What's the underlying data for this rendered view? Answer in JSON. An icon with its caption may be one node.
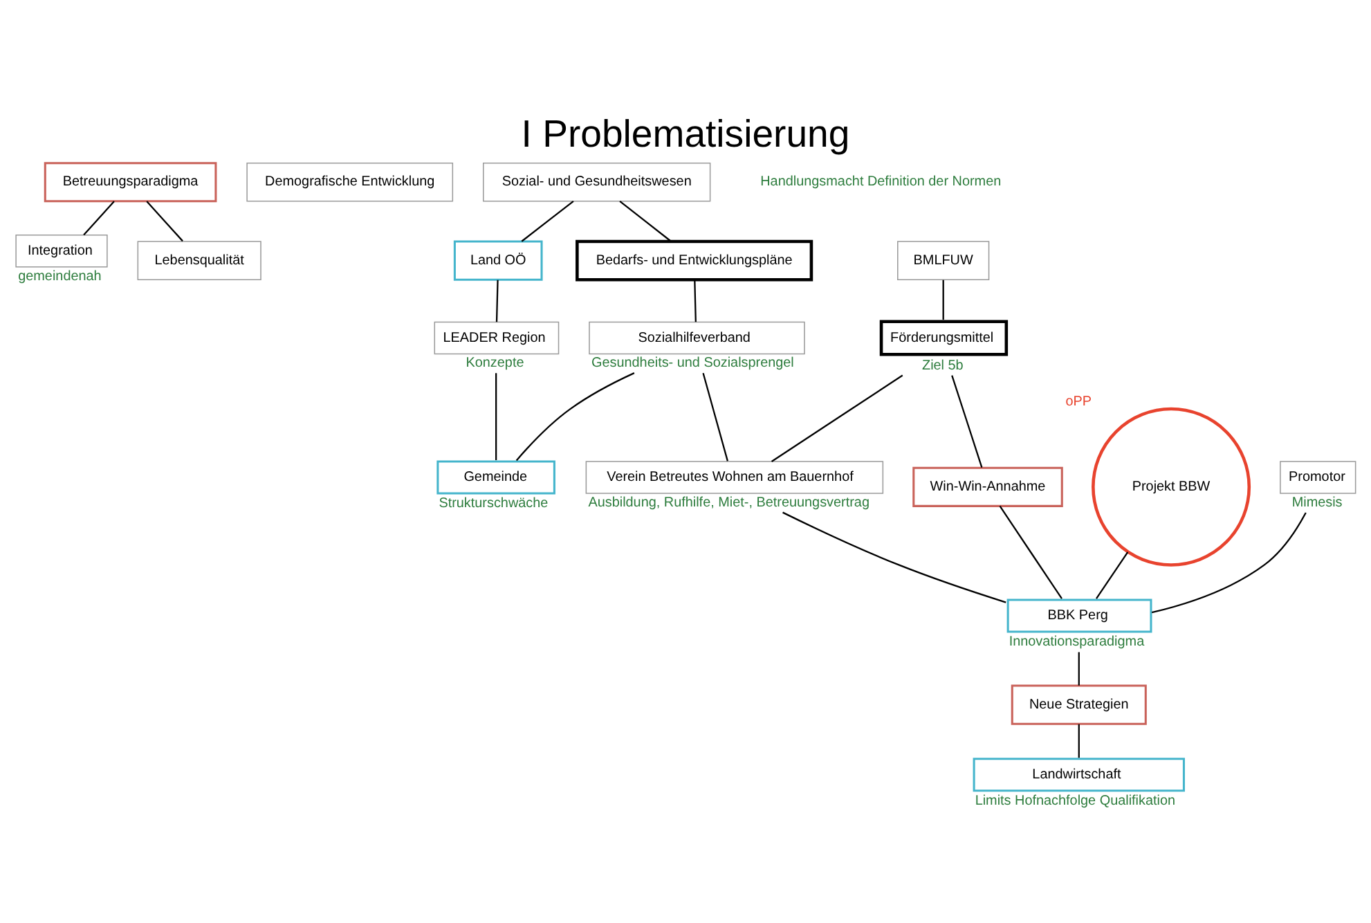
{
  "diagram": {
    "title": "I Problematisierung",
    "nodes": [
      {
        "text": [
          "Betreuungsparadigma"
        ]
      },
      {
        "text": [
          "Integration"
        ],
        "beside": [
          "gemeindenah"
        ]
      },
      {
        "text": [
          "Lebensqualität"
        ]
      },
      {
        "text": [
          "Demografische Entwicklung"
        ]
      },
      {
        "text": [
          "Sozial- und Gesundheitswesen"
        ]
      },
      {
        "text": [
          "Land OÖ"
        ]
      },
      {
        "text": [
          "Bedarfs- und Entwicklungspläne"
        ]
      },
      {
        "text": [
          "Sozialhilfeverband"
        ],
        "beside": [
          "Gesundheits- und Sozialsprengel"
        ]
      },
      {
        "text": [
          "LEADER Region"
        ],
        "beside": [
          "Konzepte"
        ]
      },
      {
        "text": [
          "Gemeinde"
        ],
        "beside": [
          "Strukturschwäche"
        ]
      },
      {
        "text": [
          "BMLFUW"
        ]
      },
      {
        "text": [
          "Förderungsmittel"
        ],
        "beside": [
          "Ziel 5b"
        ]
      },
      {
        "text": [
          "Verein Betreutes Wohnen am Bauernhof"
        ],
        "beside": [
          "Ausbildung, Rufhilfe, Miet-, Betreuungsvertrag"
        ]
      },
      {
        "text": [
          "Win-Win-Annahme"
        ]
      },
      {
        "text": [
          "Projekt BBW"
        ],
        "beside": [
          "oPP"
        ]
      },
      {
        "text": [
          "Landwirtschaft"
        ],
        "beside": [
          "Limits Hofnachfolge Qualifikation"
        ]
      },
      {
        "text": [
          "Promotor"
        ],
        "beside": [
          "Mimesis"
        ]
      },
      {
        "text": [
          "BBK Perg"
        ],
        "beside": [
          "Innovationsparadigma"
        ]
      },
      {
        "text": [
          "Neue Strategien"
        ]
      }
    ],
    "edges": [
      {
        "from": 0,
        "to": 1,
        "arrow": "none"
      },
      {
        "from": 0,
        "to": 2,
        "arrow": "none"
      },
      {
        "from": 4,
        "to": 5,
        "arrow": "none"
      },
      {
        "from": 4,
        "to": 6,
        "arrow": "none"
      },
      {
        "from": 6,
        "to": 7,
        "arrow": "none"
      },
      {
        "from": 5,
        "to": 8,
        "arrow": "none"
      },
      {
        "from": 8,
        "to": 9,
        "arrow": "none"
      },
      {
        "from": 7,
        "to": 9,
        "arrow": "none"
      },
      {
        "from": 7,
        "to": 12,
        "arrow": "none"
      },
      {
        "from": 10,
        "to": 11,
        "arrow": "none"
      },
      {
        "from": 11,
        "to": 12,
        "arrow": "none"
      },
      {
        "from": 11,
        "to": 13,
        "arrow": "none"
      },
      {
        "from": 12,
        "to": 17,
        "arrow": "none"
      },
      {
        "from": 13,
        "to": 17,
        "arrow": "none"
      },
      {
        "from": 14,
        "to": 17,
        "arrow": "none"
      },
      {
        "from": 16,
        "to": 17,
        "arrow": "none"
      },
      {
        "from": 17,
        "to": 18,
        "arrow": "none"
      },
      {
        "from": 18,
        "to": 15,
        "arrow": "none"
      }
    ],
    "labels": [
      "Handlungsmacht Definition der Normen"
    ]
  }
}
